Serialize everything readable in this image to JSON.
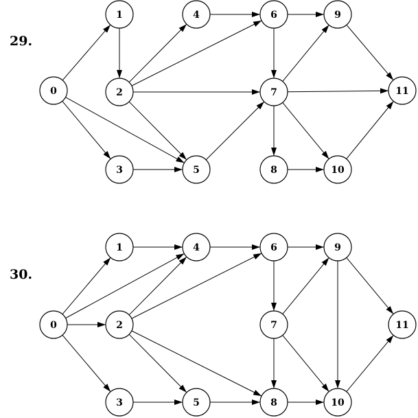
{
  "graphs": [
    {
      "label": "29.",
      "nodes": [
        "0",
        "1",
        "2",
        "3",
        "4",
        "5",
        "6",
        "7",
        "8",
        "9",
        "10",
        "11"
      ],
      "edges": [
        [
          "0",
          "1"
        ],
        [
          "0",
          "3"
        ],
        [
          "0",
          "5"
        ],
        [
          "1",
          "2"
        ],
        [
          "2",
          "4"
        ],
        [
          "2",
          "6"
        ],
        [
          "2",
          "7"
        ],
        [
          "2",
          "5"
        ],
        [
          "3",
          "5"
        ],
        [
          "4",
          "6"
        ],
        [
          "5",
          "7"
        ],
        [
          "6",
          "9"
        ],
        [
          "6",
          "7"
        ],
        [
          "7",
          "9"
        ],
        [
          "7",
          "11"
        ],
        [
          "7",
          "10"
        ],
        [
          "7",
          "8"
        ],
        [
          "8",
          "10"
        ],
        [
          "9",
          "11"
        ],
        [
          "10",
          "11"
        ]
      ]
    },
    {
      "label": "30.",
      "nodes": [
        "0",
        "1",
        "2",
        "3",
        "4",
        "5",
        "6",
        "7",
        "8",
        "9",
        "10",
        "11"
      ],
      "edges": [
        [
          "0",
          "1"
        ],
        [
          "0",
          "4"
        ],
        [
          "0",
          "2"
        ],
        [
          "0",
          "3"
        ],
        [
          "1",
          "4"
        ],
        [
          "2",
          "4"
        ],
        [
          "2",
          "6"
        ],
        [
          "2",
          "5"
        ],
        [
          "2",
          "8"
        ],
        [
          "3",
          "5"
        ],
        [
          "4",
          "6"
        ],
        [
          "5",
          "8"
        ],
        [
          "6",
          "9"
        ],
        [
          "6",
          "7"
        ],
        [
          "7",
          "9"
        ],
        [
          "7",
          "8"
        ],
        [
          "7",
          "10"
        ],
        [
          "8",
          "10"
        ],
        [
          "9",
          "11"
        ],
        [
          "9",
          "10"
        ],
        [
          "10",
          "11"
        ]
      ]
    }
  ]
}
